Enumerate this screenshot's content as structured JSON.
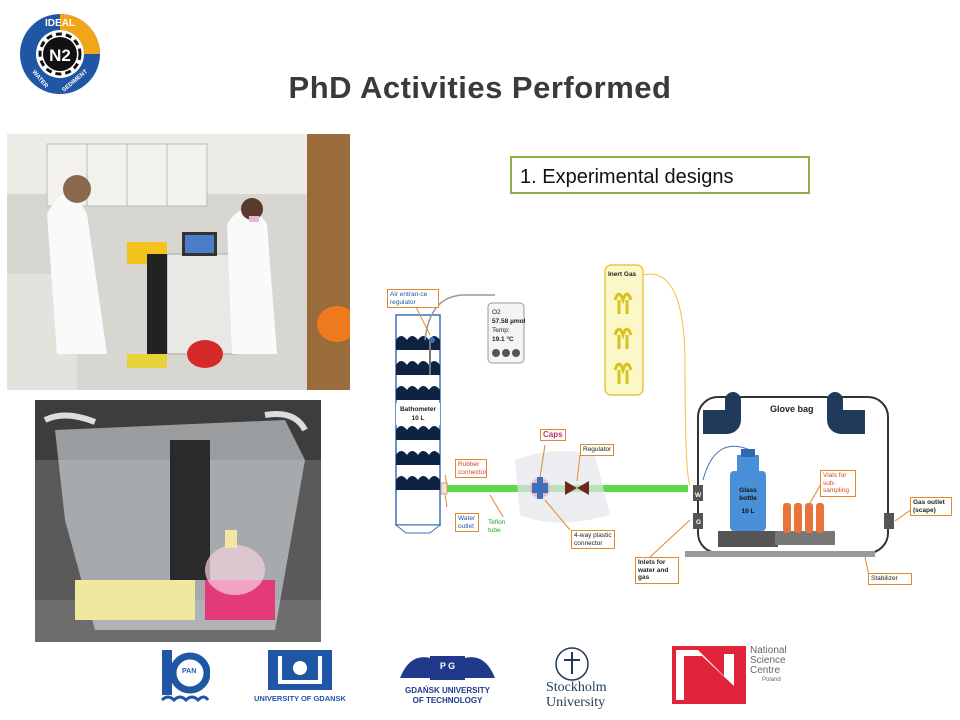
{
  "slide": {
    "title": "PhD Activities Performed",
    "subtitle": "1. Experimental designs"
  },
  "ideal_logo": {
    "top_text": "IDEAL",
    "left_text": "WATER",
    "right_text": "SEDIMENT",
    "center_text": "N2"
  },
  "diagram": {
    "inert_gas": "Inert Gas",
    "air_regulator": "Air entran-ce regulator",
    "o2_label": "O2",
    "o2_value": "57.58 µmol",
    "temp_label": "Temp:",
    "temp_value": "19.1 °C",
    "bathometer": "Bathometer",
    "bathometer_vol": "10 L",
    "rubber_connector": "Rubber connector",
    "water_outlet": "Water outlet",
    "teflon_tube": "Teflon tube",
    "caps": "Caps",
    "regulator": "Regulator",
    "fourway": "4-way plastic connector",
    "glove_bag": "Glove bag",
    "glass_bottle": "Glass bottle",
    "glass_bottle_vol": "10 L",
    "vials": "Vials for sub-sampling",
    "gas_outlet": "Gas outlet (scape)",
    "inlets": "Inlets for water and gas",
    "stabilizer": "Stabilizer",
    "w": "W",
    "g": "G"
  },
  "footer_logos": {
    "pan": "PAN",
    "ug": "UNIVERSITY OF GDANSK",
    "pg_line1": "GDAŃSK UNIVERSITY",
    "pg_line2": "OF TECHNOLOGY",
    "pg_mark": "P G",
    "su_line1": "Stockholm",
    "su_line2": "University",
    "ncn_line1": "National",
    "ncn_line2": "Science",
    "ncn_line3": "Centre",
    "ncn_line4": "Poland"
  }
}
